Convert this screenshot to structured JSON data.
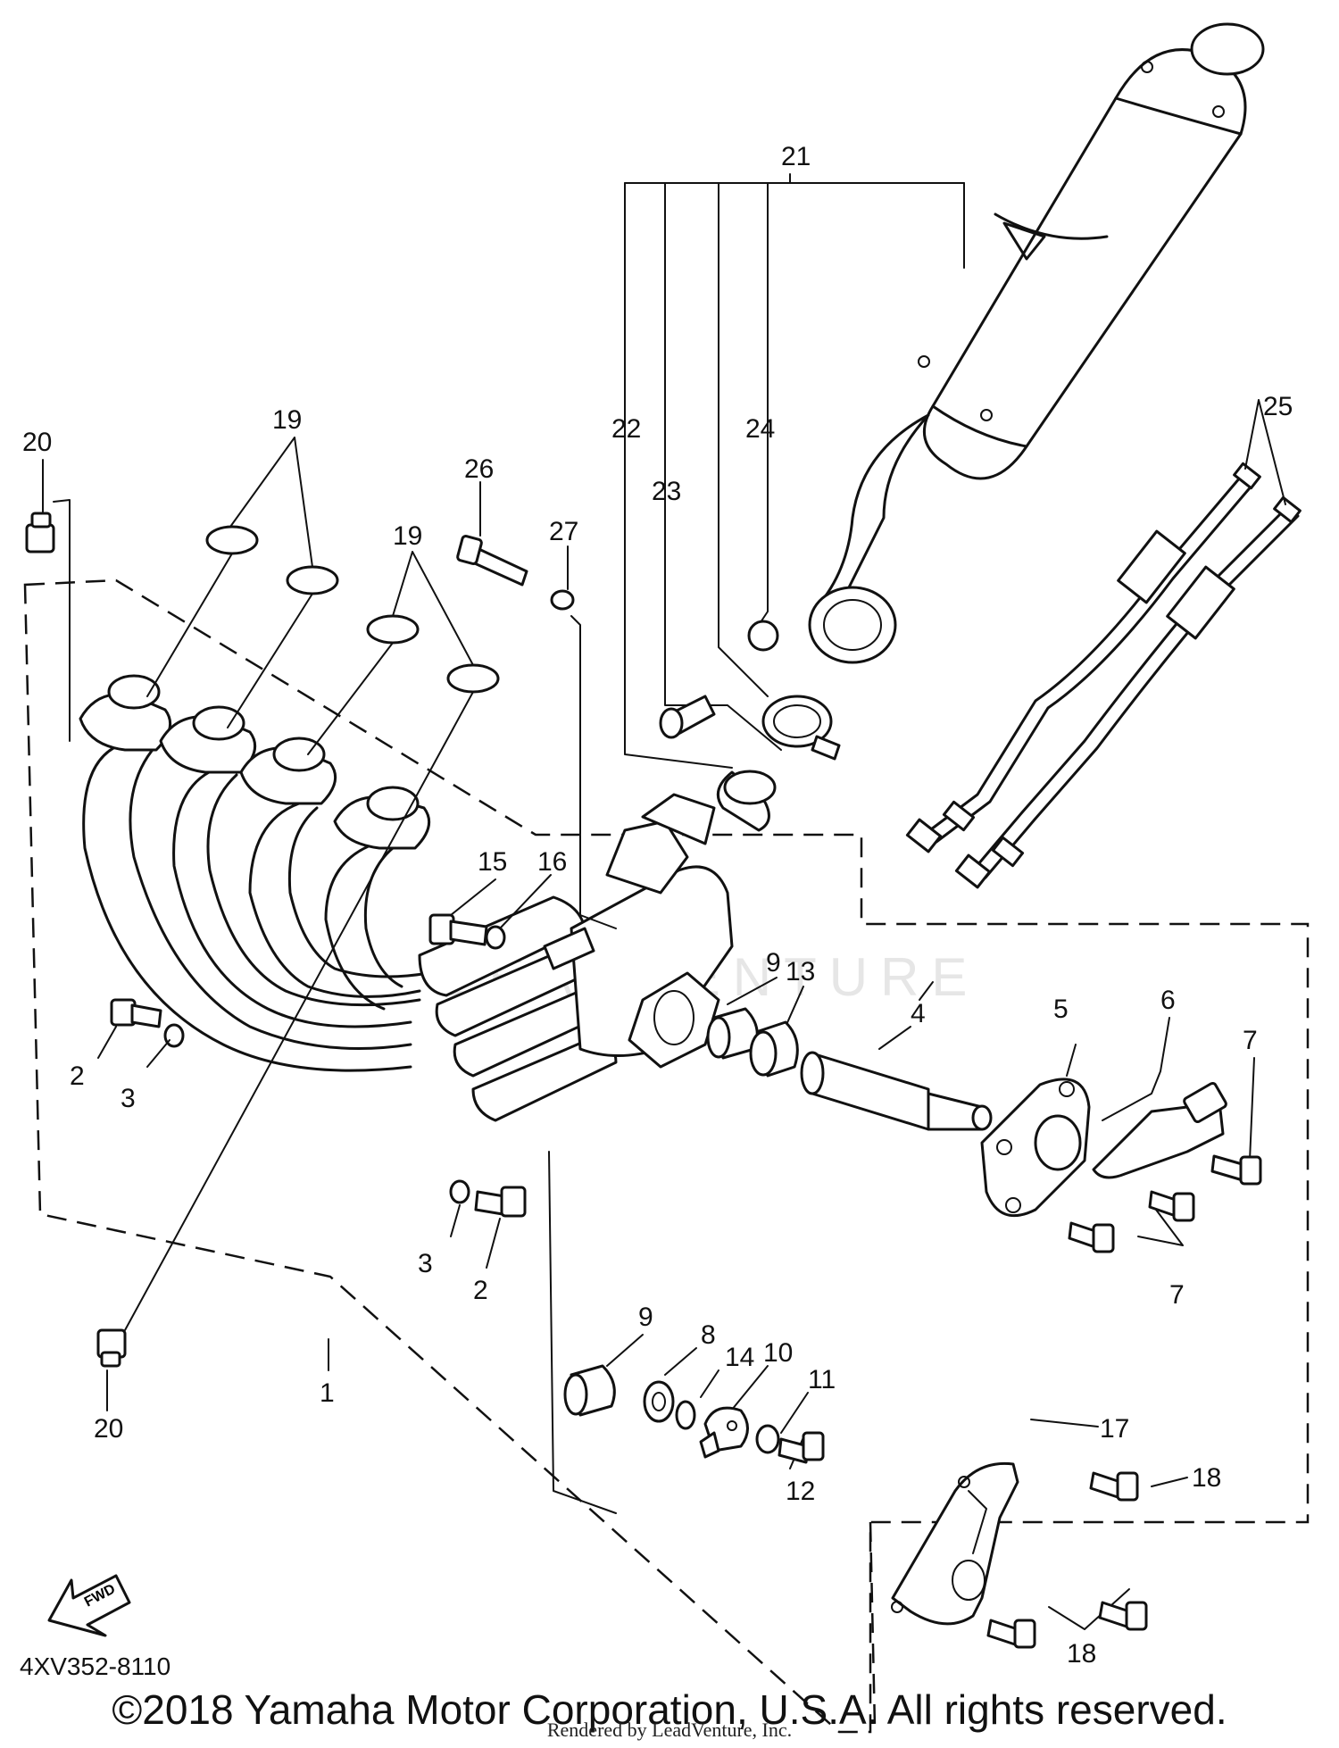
{
  "diagram": {
    "part_code": "4XV352-8110",
    "fwd_label": "FWD",
    "watermark": "LEADVENTURE",
    "callouts": {
      "c1": "1",
      "c2a": "2",
      "c2b": "2",
      "c3a": "3",
      "c3b": "3",
      "c4": "4",
      "c5": "5",
      "c6": "6",
      "c7a": "7",
      "c7b": "7",
      "c8": "8",
      "c9a": "9",
      "c9b": "9",
      "c10": "10",
      "c11": "11",
      "c12": "12",
      "c13": "13",
      "c14": "14",
      "c15": "15",
      "c16": "16",
      "c17": "17",
      "c18a": "18",
      "c18b": "18",
      "c19a": "19",
      "c19b": "19",
      "c20a": "20",
      "c20b": "20",
      "c21": "21",
      "c22": "22",
      "c23": "23",
      "c24": "24",
      "c25": "25",
      "c26": "26",
      "c27": "27"
    }
  },
  "footer": {
    "copyright": "©2018 Yamaha Motor Corporation, U.S.A. All rights reserved.",
    "rendered_by": "Rendered by LeadVenture, Inc."
  }
}
